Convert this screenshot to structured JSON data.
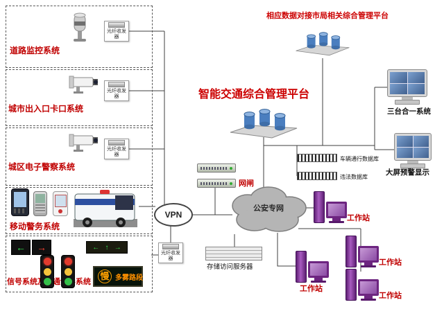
{
  "diagram": {
    "top_note": "相应数据对接市局相关综合管理平台",
    "title": "智能交通综合管理平台",
    "systems": {
      "road": "道路监控系统",
      "checkpoint": "城市出入口卡口系统",
      "epolice": "城区电子警察系统",
      "mobile": "移动警务系统",
      "signal": "信号系统及交通诱导系统"
    },
    "transceiver_label": "光纤收发器",
    "vpn_label": "VPN",
    "gateway_label": "网闸",
    "cloud_label": "公安专网",
    "three_in_one_label": "三台合一系统",
    "big_screen_label": "大屏预警显示",
    "vehicle_db_label": "车辆通行数据库",
    "violation_db_label": "违法数据库",
    "storage_label": "存储访问服务器",
    "workstation_label": "工作站",
    "led_sign": {
      "slow": "慢",
      "fog": "多雾路段"
    },
    "signal_icons": {
      "left_arrow": "←",
      "right_arrow": "→",
      "up_arrow": "↑"
    },
    "colors": {
      "label_red": "#c00000",
      "title_red": "#cc0000",
      "led_text": "#ff9000",
      "workstation_purple": "#6d2580",
      "cylinder_blue": "#4a7ebf"
    }
  }
}
